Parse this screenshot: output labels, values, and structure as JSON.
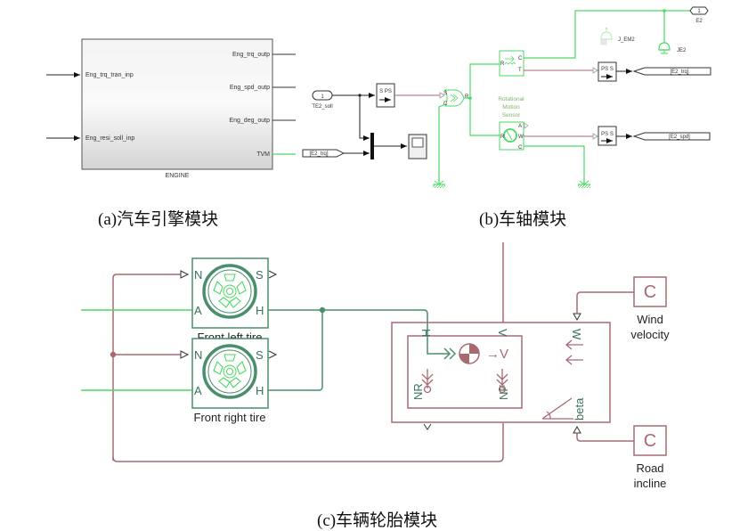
{
  "captions": {
    "a": "(a)汽车引擎模块",
    "b": "(b)车轴模块",
    "c": "(c)车辆轮胎模块"
  },
  "engine": {
    "block_name": "ENGINE",
    "inputs": [
      "Eng_trq_tran_inp",
      "Eng_resi_soll_inp"
    ],
    "outputs": [
      "Eng_trq_outp",
      "Eng_spd_outp",
      "Eng_deg_outp",
      "TVM"
    ],
    "goto_tag": "[E2_trq]"
  },
  "axle": {
    "inport_number": "1",
    "inport_name": "TE2_soll",
    "s_ps_label": "S PS",
    "ps_s_label": "PS S",
    "source_ports": {
      "s": "S",
      "c": "C",
      "r": "R"
    },
    "sensor_top_ports": {
      "r": "R",
      "c": "C",
      "t": "T"
    },
    "sensor_ports": {
      "r": "R",
      "w": "W",
      "a": "A",
      "c": "C"
    },
    "rot_sensor_label": [
      "Rotational",
      "Motion",
      "Sensor"
    ],
    "outport_number": "1",
    "outport_name": "E2",
    "inertia_faded": "J_EM2",
    "inertia": "JE2",
    "goto_trq": "[E2_trq]",
    "goto_spd": "[E2_spd]"
  },
  "vehicle": {
    "tires": [
      {
        "name": "Front left tire",
        "ports": {
          "n": "N",
          "s": "S",
          "a": "A",
          "h": "H"
        }
      },
      {
        "name": "Front right tire",
        "ports": {
          "n": "N",
          "s": "S",
          "a": "A",
          "h": "H"
        }
      }
    ],
    "body_ports": {
      "h": "H",
      "v": "V",
      "w": "W",
      "nr": "NR",
      "nf": "NF",
      "beta": "beta"
    },
    "body_v_symbol": "→V",
    "constants": [
      {
        "symbol": "C",
        "label": [
          "Wind",
          "velocity"
        ]
      },
      {
        "symbol": "C",
        "label": [
          "Road",
          "incline"
        ]
      }
    ]
  },
  "colors": {
    "signal": "#222222",
    "physical_green": "#4cd964",
    "mechanical_green": "#4a8f6c",
    "physical_red": "#a86a70",
    "engine_fill_top": "#ffffff",
    "engine_fill_bottom": "#dcdcdc"
  }
}
